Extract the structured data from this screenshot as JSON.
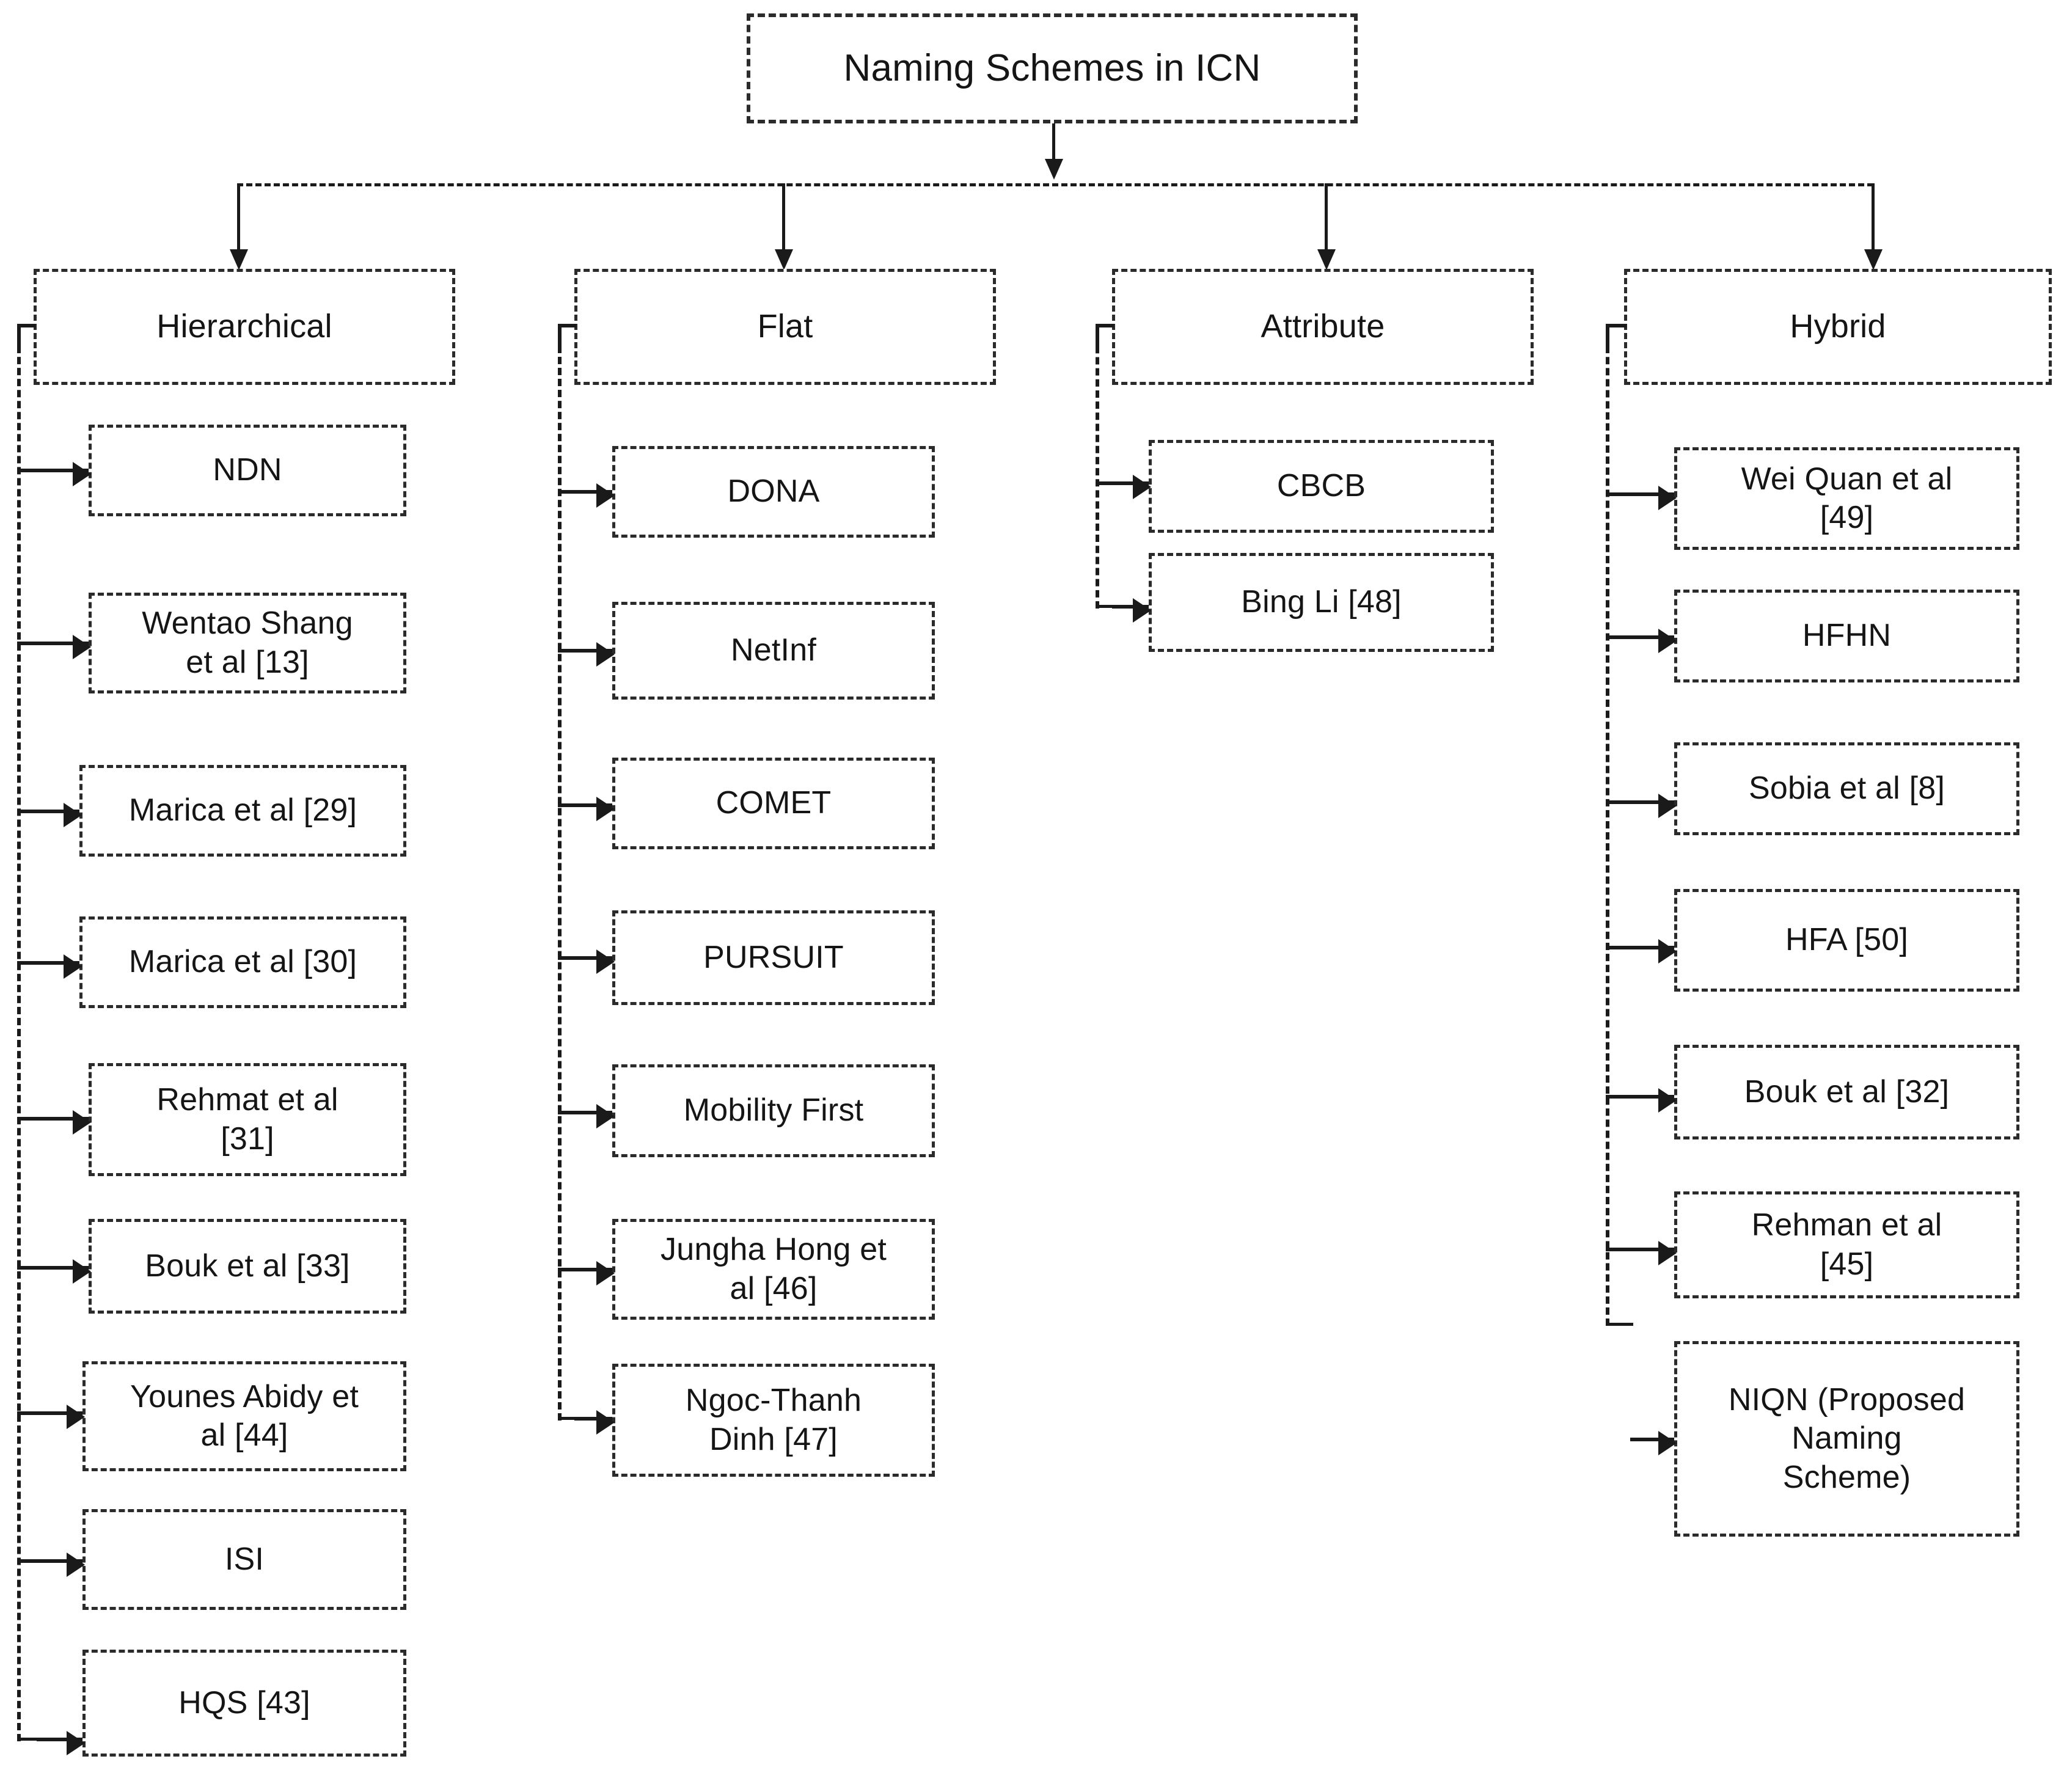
{
  "diagram": {
    "type": "tree",
    "title": "Naming Schemes in ICN",
    "root": {
      "label": "Naming Schemes in ICN"
    },
    "categories": [
      {
        "label": "Hierarchical",
        "children": [
          {
            "label": "NDN"
          },
          {
            "label": "Wentao Shang\net al [13]"
          },
          {
            "label": "Marica et al [29]"
          },
          {
            "label": "Marica et al [30]"
          },
          {
            "label": "Rehmat et al\n[31]"
          },
          {
            "label": "Bouk et al [33]"
          },
          {
            "label": "Younes Abidy et\nal [44]"
          },
          {
            "label": "ISI"
          },
          {
            "label": "HQS [43]"
          }
        ]
      },
      {
        "label": "Flat",
        "children": [
          {
            "label": "DONA"
          },
          {
            "label": "NetInf"
          },
          {
            "label": "COMET"
          },
          {
            "label": "PURSUIT"
          },
          {
            "label": "Mobility First"
          },
          {
            "label": "Jungha Hong et\nal [46]"
          },
          {
            "label": "Ngoc-Thanh\nDinh [47]"
          }
        ]
      },
      {
        "label": "Attribute",
        "children": [
          {
            "label": "CBCB"
          },
          {
            "label": "Bing Li [48]"
          }
        ]
      },
      {
        "label": "Hybrid",
        "children": [
          {
            "label": "Wei Quan et al\n[49]"
          },
          {
            "label": "HFHN"
          },
          {
            "label": "Sobia et al [8]"
          },
          {
            "label": "HFA  [50]"
          },
          {
            "label": "Bouk et al [32]"
          },
          {
            "label": "Rehman et al\n[45]"
          },
          {
            "label": "NIQN (Proposed\nNaming\nScheme)"
          }
        ]
      }
    ],
    "colors": {
      "line": "#1a1a1a",
      "box_border": "#2b2b2b",
      "background": "#ffffff",
      "text": "#151515"
    }
  }
}
